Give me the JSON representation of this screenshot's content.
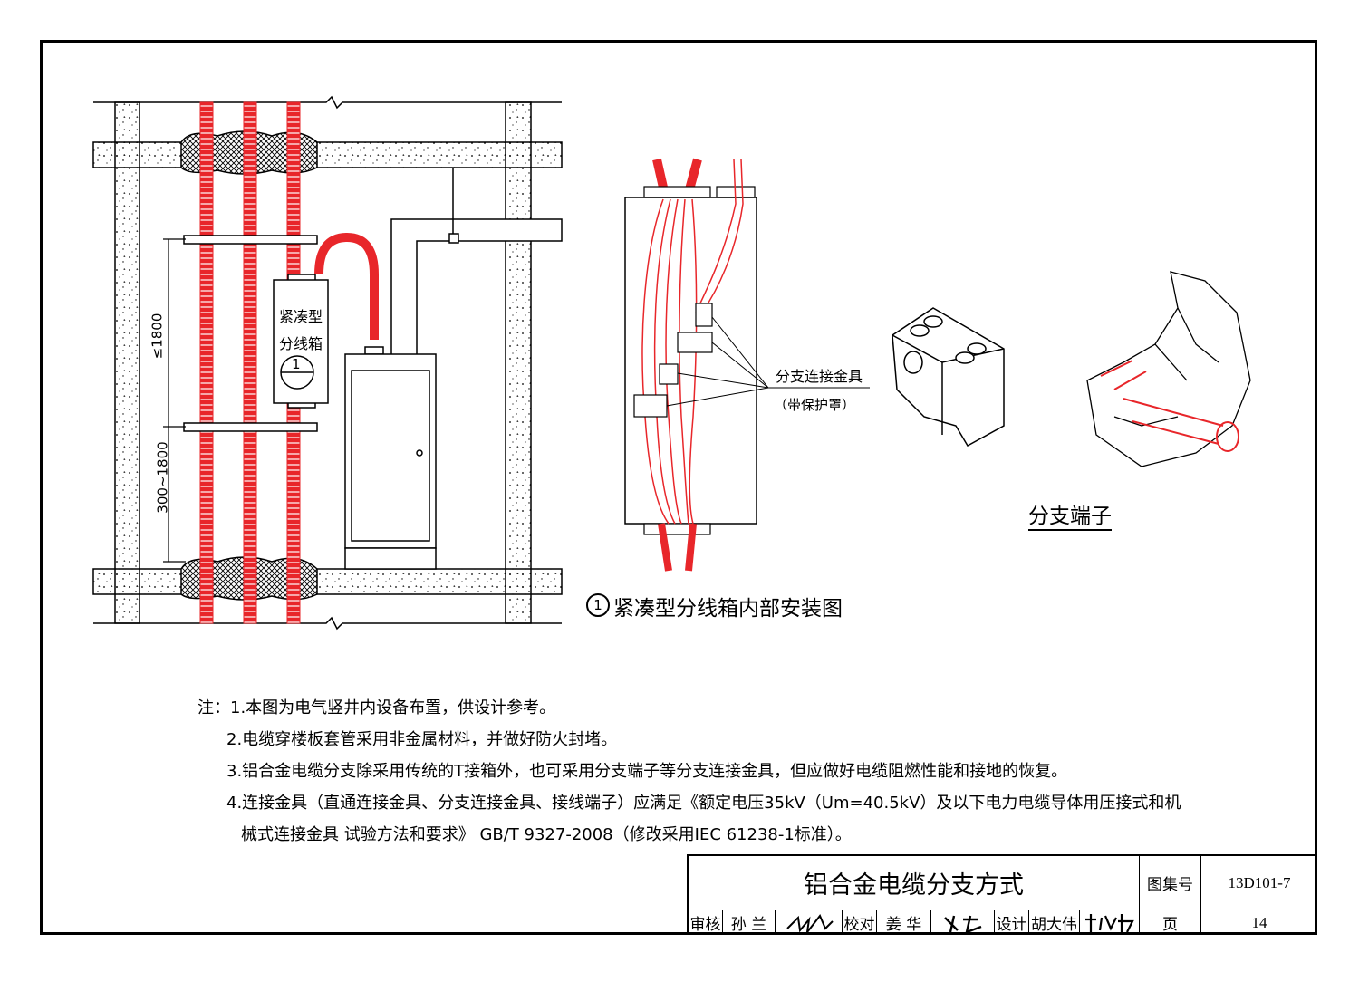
{
  "box_label": {
    "line1": "紧凑型",
    "line2": "分线箱",
    "circle_num": "1"
  },
  "dims": {
    "upper": "≤1800",
    "lower": "300~1800"
  },
  "detail": {
    "callout": "分支连接金具",
    "callout_sub": "（带保护罩）",
    "circle_num": "1",
    "caption": "紧凑型分线箱内部安装图"
  },
  "terminal_caption": "分支端子",
  "notes": [
    "注：1.本图为电气竖井内设备布置，供设计参考。",
    "2.电缆穿楼板套管采用非金属材料，并做好防火封堵。",
    "3.铝合金电缆分支除采用传统的T接箱外，也可采用分支端子等分支连接金具，但应做好电缆阻燃性能和接地的恢复。",
    "4.连接金具（直通连接金具、分支连接金具、接线端子）应满足《额定电压35kV（Um=40.5kV）及以下电力电缆导体用压接式和机",
    "械式连接金具  试验方法和要求》 GB/T 9327-2008（修改采用IEC 61238-1标准）。"
  ],
  "title_block": {
    "title": "铝合金电缆分支方式",
    "atlas_label": "图集号",
    "atlas_no": "13D101-7",
    "review_label": "审核",
    "review_name": "孙 兰",
    "check_label": "校对",
    "check_name": "姜 华",
    "design_label": "设计",
    "design_name": "胡大伟",
    "page_label": "页",
    "page_no": "14"
  },
  "colors": {
    "cable": "#e8262a",
    "line": "#000000"
  }
}
